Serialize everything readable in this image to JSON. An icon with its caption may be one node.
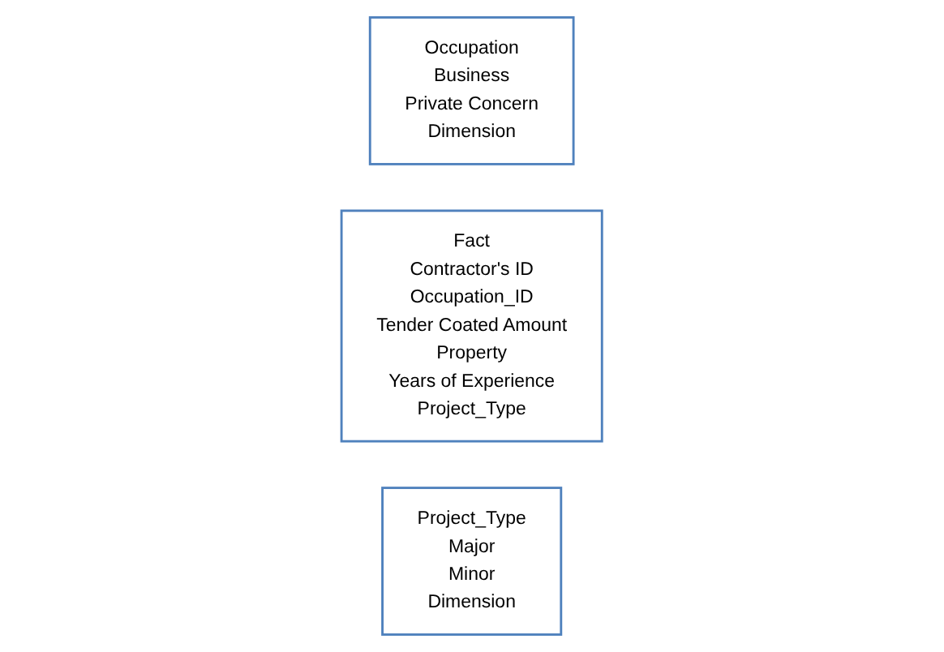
{
  "diagram": {
    "nodes": [
      {
        "text": [
          "Occupation",
          "Business",
          "Private Concern",
          "Dimension"
        ]
      },
      {
        "text": [
          "Fact",
          "Contractor's ID",
          "Occupation_ID",
          "Tender Coated Amount",
          "Property",
          "Years of Experience",
          "Project_Type"
        ]
      },
      {
        "text": [
          "Project_Type",
          "Major",
          "Minor",
          "Dimension"
        ]
      }
    ]
  }
}
